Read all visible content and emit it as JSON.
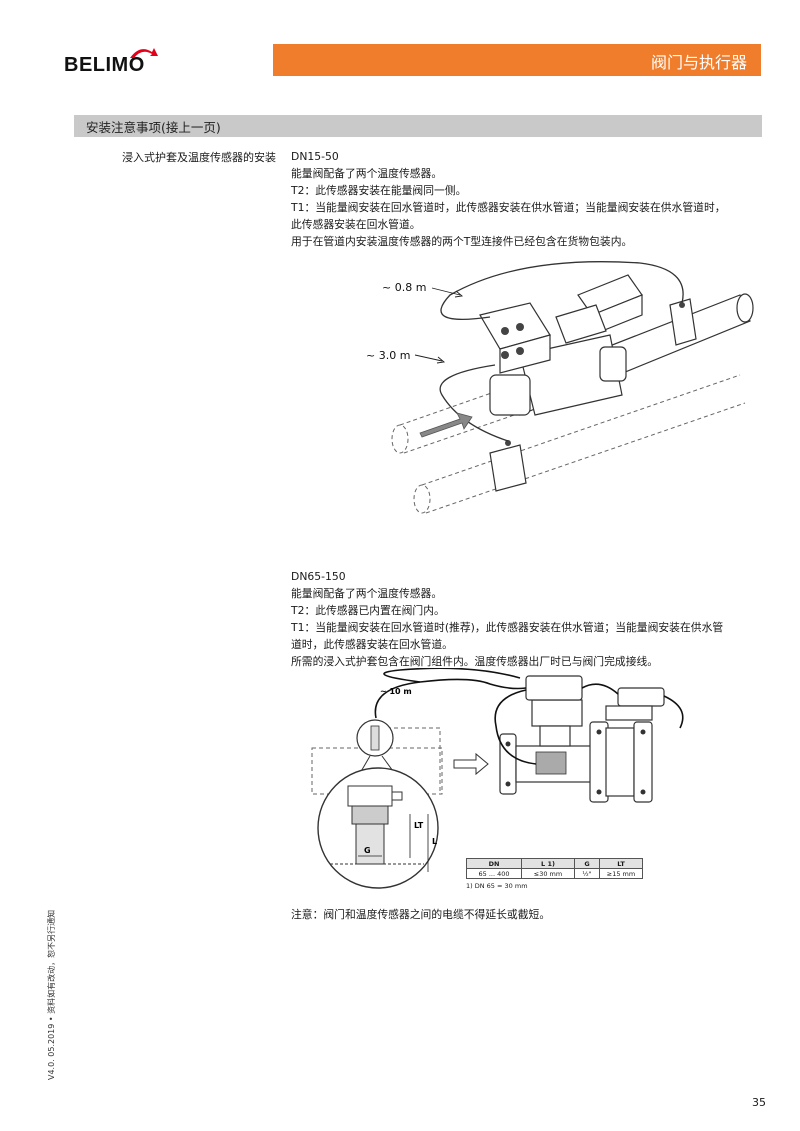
{
  "brand": {
    "name": "BELIMO"
  },
  "header": {
    "title": "阀门与执行器"
  },
  "section": {
    "title": "安装注意事项(接上一页)"
  },
  "side_label": "浸入式护套及温度传感器的安装",
  "block1": {
    "heading": "DN15-50",
    "lines": [
      "能量阀配备了两个温度传感器。",
      "T2：此传感器安装在能量阀同一侧。",
      "T1：当能量阀安装在回水管道时，此传感器安装在供水管道；当能量阀安装在供水管道时，",
      "此传感器安装在回水管道。",
      "用于在管道内安装温度传感器的两个T型连接件已经包含在货物包装内。"
    ]
  },
  "figure1": {
    "label_short": "~ 0.8  m",
    "label_long": "~ 3.0  m"
  },
  "block2": {
    "heading": "DN65-150",
    "lines": [
      "能量阀配备了两个温度传感器。",
      "T2：此传感器已内置在阀门内。",
      "T1：当能量阀安装在回水管道时(推荐)，此传感器安装在供水管道；当能量阀安装在供水管",
      "道时，此传感器安装在回水管道。",
      "所需的浸入式护套包含在阀门组件内。温度传感器出厂时已与阀门完成接线。"
    ]
  },
  "figure2": {
    "cable_label": "~ 10 m",
    "dim_lt": "LT",
    "dim_l": "L",
    "dim_g": "G"
  },
  "dim_table": {
    "headers": [
      "DN",
      "L 1)",
      "G",
      "LT"
    ],
    "row": [
      "65 ... 400",
      "≤30 mm",
      "½\"",
      "≥15 mm"
    ],
    "footnote": "1) DN 65 = 30 mm"
  },
  "note": "注意：阀门和温度传感器之间的电缆不得延长或截短。",
  "side_meta": "V4.0. 05.2019 • 资料如有改动，恕不另行通知",
  "page_number": "35",
  "colors": {
    "accent": "#f07d2b",
    "section_bar": "#c9c9c9",
    "logo_mark": "#e2001a"
  }
}
